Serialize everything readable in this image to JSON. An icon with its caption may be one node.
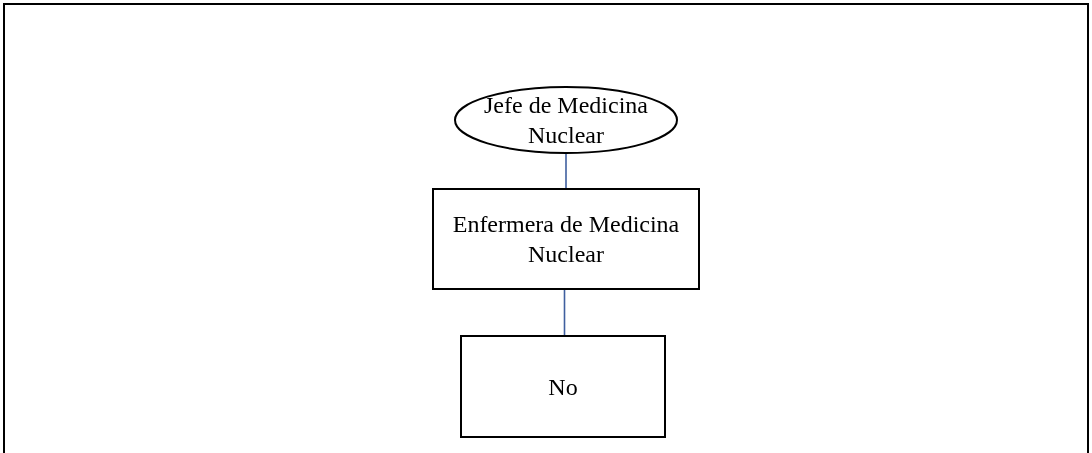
{
  "diagram": {
    "nodes": [
      {
        "text": [
          "Jefe de Medicina Nuclear"
        ]
      },
      {
        "text": [
          "Enfermera de Medicina Nuclear"
        ]
      },
      {
        "text": [
          "No"
        ]
      }
    ],
    "edges": [
      {
        "from": 0,
        "to": 1,
        "arrow": "none"
      },
      {
        "from": 1,
        "to": 2,
        "arrow": "none"
      }
    ]
  }
}
